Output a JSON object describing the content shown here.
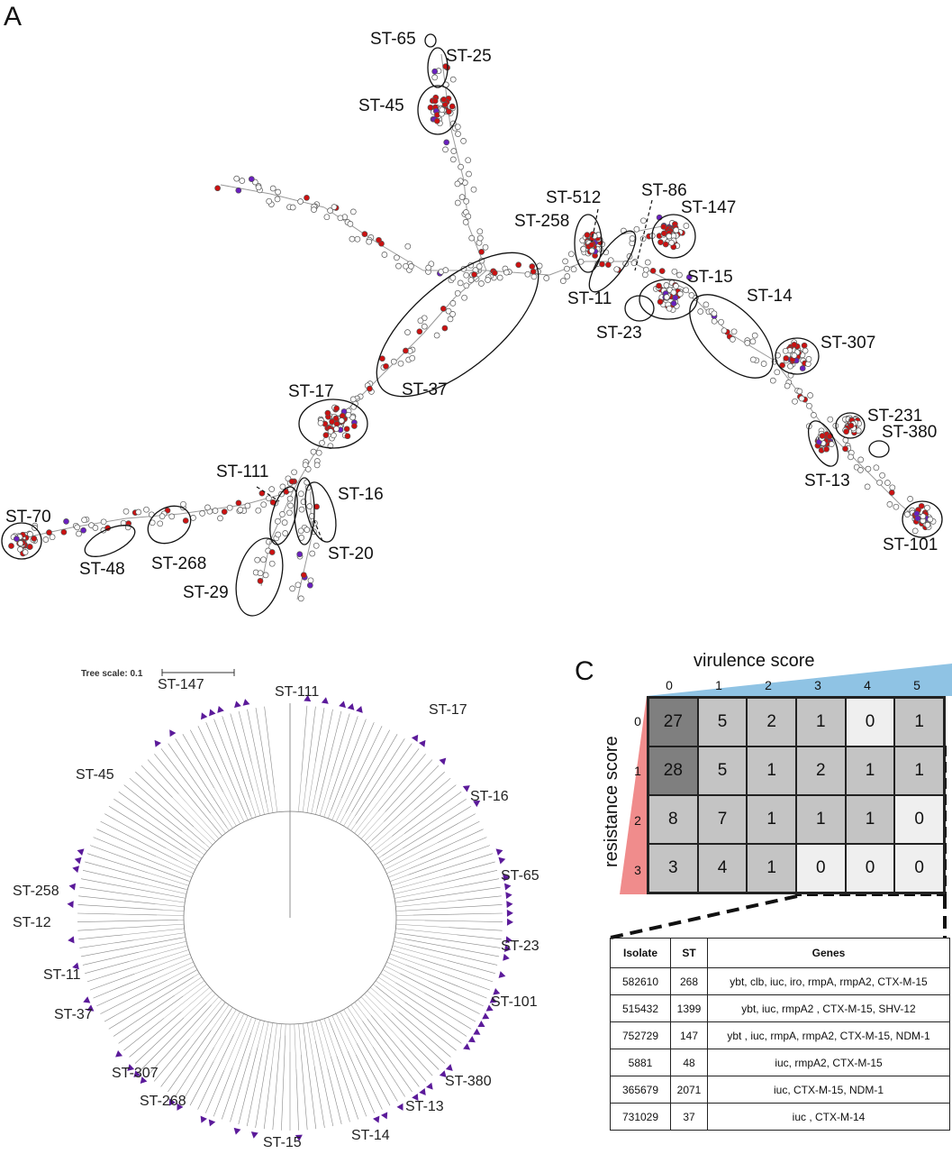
{
  "panels": {
    "a": "A",
    "c": "C"
  },
  "panel_a": {
    "labels": [
      "ST-65",
      "ST-25",
      "ST-45",
      "ST-512",
      "ST-86",
      "ST-147",
      "ST-258",
      "ST-15",
      "ST-11",
      "ST-14",
      "ST-23",
      "ST-307",
      "ST-37",
      "ST-17",
      "ST-231",
      "ST-380",
      "ST-111",
      "ST-16",
      "ST-13",
      "ST-70",
      "ST-101",
      "ST-20",
      "ST-48",
      "ST-268",
      "ST-29"
    ]
  },
  "panel_b": {
    "tree_scale": "Tree scale: 0.1",
    "labels": [
      "ST-147",
      "ST-111",
      "ST-17",
      "ST-45",
      "ST-16",
      "ST-65",
      "ST-258",
      "ST-12",
      "ST-23",
      "ST-11",
      "ST-101",
      "ST-37",
      "ST-307",
      "ST-380",
      "ST-268",
      "ST-13",
      "ST-14",
      "ST-15"
    ]
  },
  "panel_c": {
    "x_title": "virulence score",
    "y_title": "resistance score",
    "x_ticks": [
      "0",
      "1",
      "2",
      "3",
      "4",
      "5"
    ],
    "y_ticks": [
      "0",
      "1",
      "2",
      "3"
    ],
    "matrix": [
      [
        "27",
        "5",
        "2",
        "1",
        "0",
        "1"
      ],
      [
        "28",
        "5",
        "1",
        "2",
        "1",
        "1"
      ],
      [
        "8",
        "7",
        "1",
        "1",
        "1",
        "0"
      ],
      [
        "3",
        "4",
        "1",
        "0",
        "0",
        "0"
      ]
    ],
    "colors": {
      "virulence_wedge": "#8fc3e4",
      "resistance_wedge": "#f08c8c",
      "dark_cell": "#7f7f7f",
      "mid_cell": "#c4c4c4",
      "light_cell": "#efefef"
    },
    "table": {
      "headers": [
        "Isolate",
        "ST",
        "Genes"
      ],
      "rows": [
        [
          "582610",
          "268",
          "ybt, clb, iuc,  iro, rmpA, rmpA2,  CTX-M-15"
        ],
        [
          "515432",
          "1399",
          "ybt, iuc, rmpA2 , CTX-M-15, SHV-12"
        ],
        [
          "752729",
          "147",
          "ybt , iuc, rmpA, rmpA2,  CTX-M-15, NDM-1"
        ],
        [
          "5881",
          "48",
          "iuc, rmpA2,  CTX-M-15"
        ],
        [
          "365679",
          "2071",
          "iuc,  CTX-M-15, NDM-1"
        ],
        [
          "731029",
          "37",
          "iuc , CTX-M-14"
        ]
      ]
    }
  }
}
